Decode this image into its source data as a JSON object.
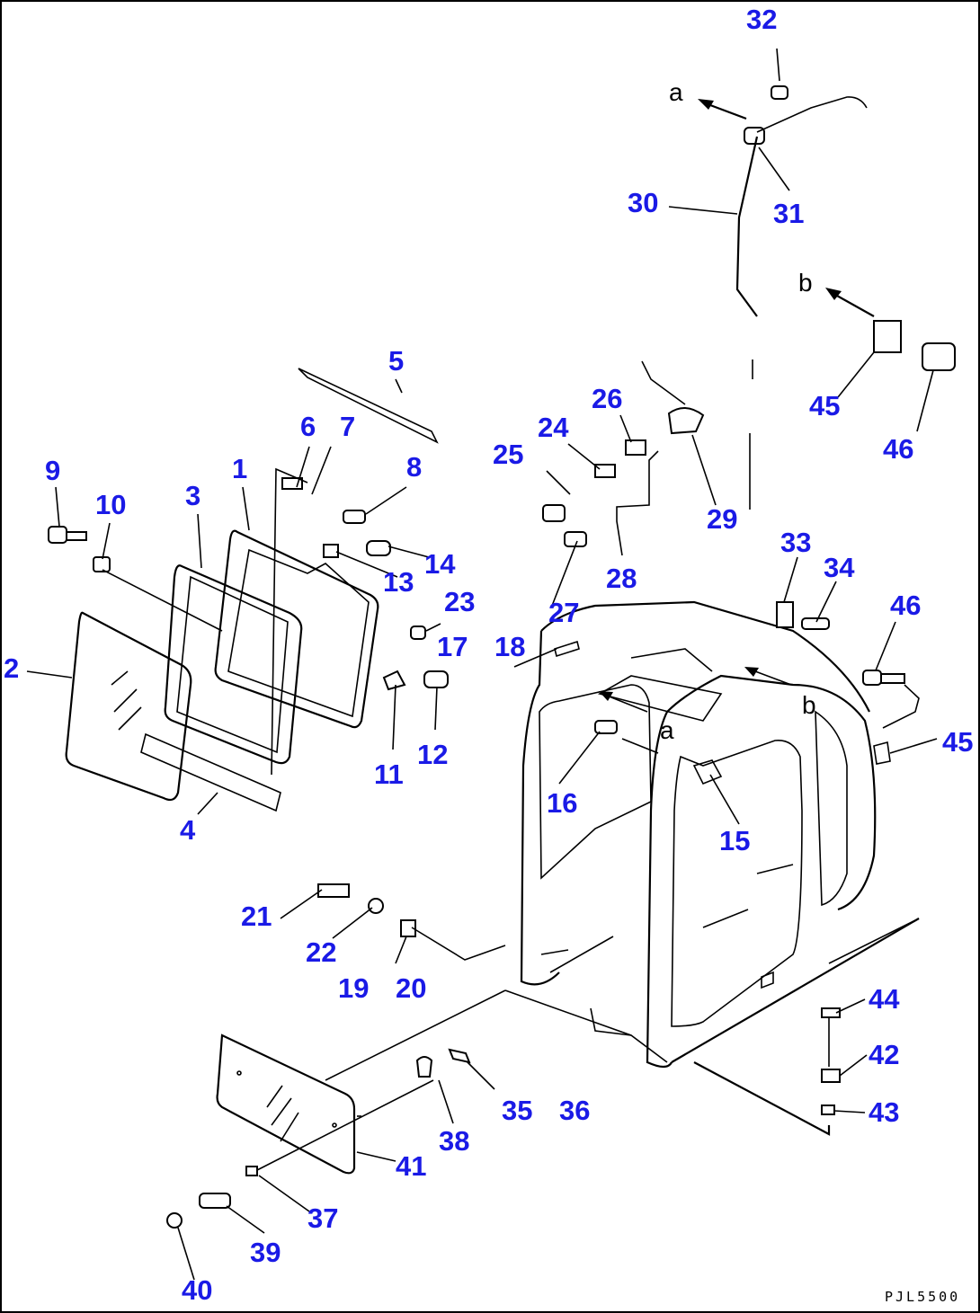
{
  "figure": {
    "drawing_code": "PJL5500",
    "arrow_letters": [
      "a",
      "a",
      "b",
      "b"
    ]
  },
  "callouts": [
    "1",
    "2",
    "3",
    "4",
    "5",
    "6",
    "7",
    "8",
    "9",
    "10",
    "11",
    "12",
    "13",
    "14",
    "15",
    "16",
    "17",
    "18",
    "19",
    "20",
    "21",
    "22",
    "23",
    "24",
    "25",
    "26",
    "27",
    "28",
    "29",
    "30",
    "31",
    "32",
    "33",
    "34",
    "35",
    "36",
    "37",
    "38",
    "39",
    "40",
    "41",
    "42",
    "43",
    "44",
    "45",
    "46",
    "45",
    "46"
  ],
  "colors": {
    "callout": "#1a1ae6",
    "line": "#000000",
    "background": "#ffffff"
  }
}
